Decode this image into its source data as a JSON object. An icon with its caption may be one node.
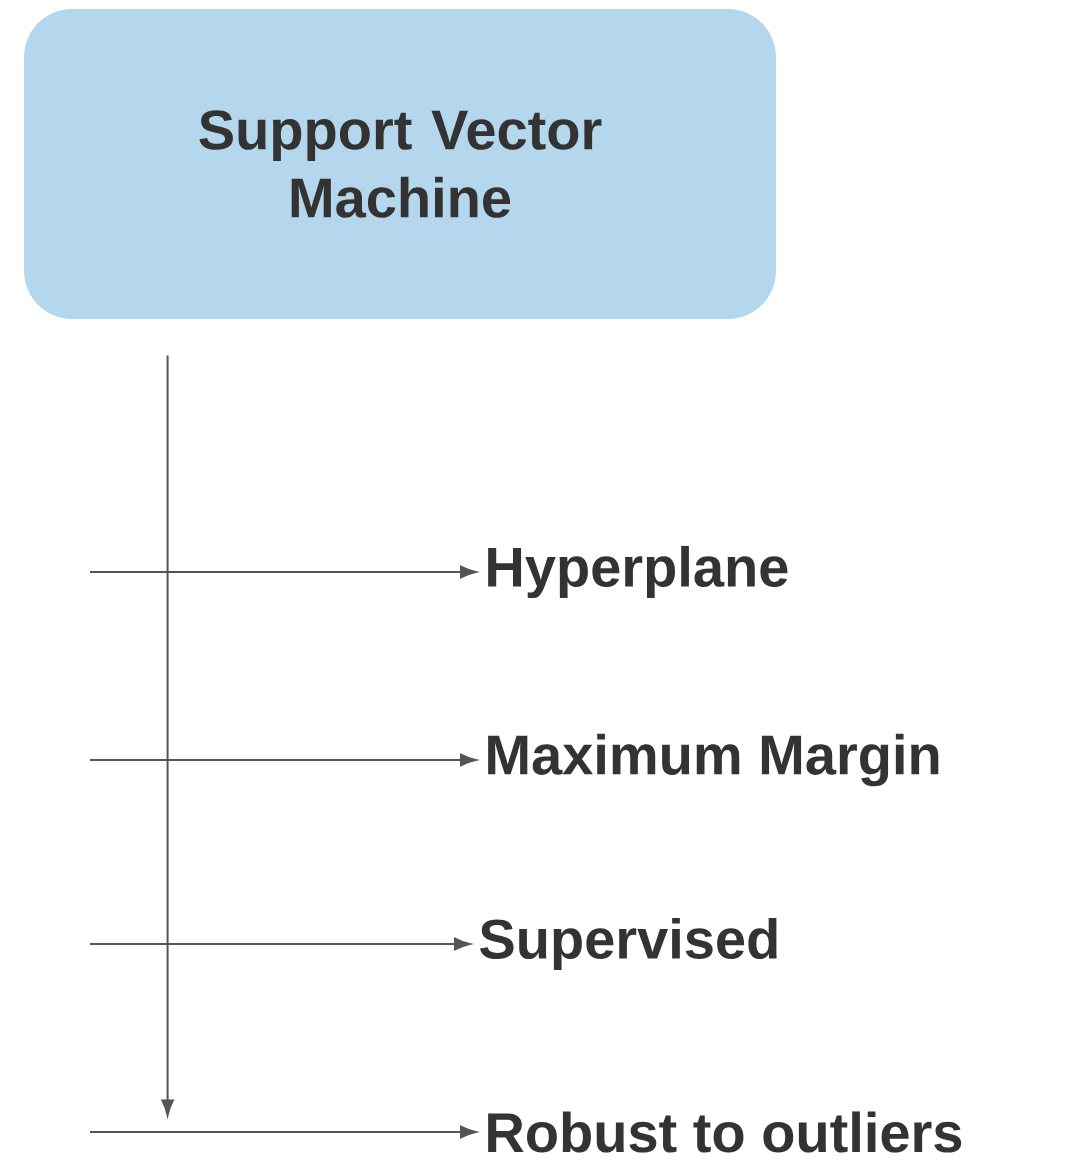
{
  "diagram": {
    "nodes": [
      {
        "text": [
          "Support Vector Machine"
        ]
      },
      {
        "text": [
          "Hyperplane"
        ]
      },
      {
        "text": [
          "Maximum Margin"
        ]
      },
      {
        "text": [
          "Supervised"
        ]
      },
      {
        "text": [
          "Robust to outliers"
        ]
      }
    ],
    "edges": [
      {
        "from": 0,
        "to": null,
        "arrow": "to"
      },
      {
        "from": null,
        "to": 1,
        "arrow": "to"
      },
      {
        "from": null,
        "to": 2,
        "arrow": "to"
      },
      {
        "from": null,
        "to": 3,
        "arrow": "to"
      },
      {
        "from": null,
        "to": 4,
        "arrow": "to"
      }
    ]
  }
}
